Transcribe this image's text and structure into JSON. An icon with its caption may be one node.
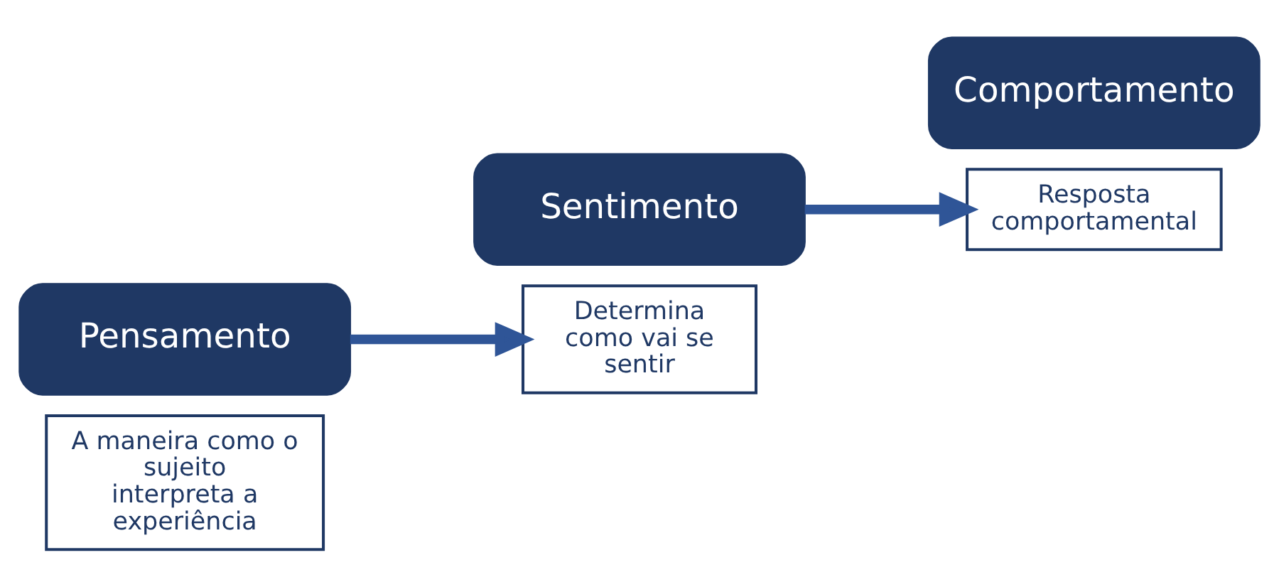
{
  "diagram": {
    "nodes": [
      {
        "text": [
          "A maneira como o sujeito interpreta a experiência"
        ]
      },
      {
        "text": [
          "Pensamento"
        ]
      },
      {
        "text": [
          "Sentimento"
        ]
      },
      {
        "text": [
          "Determina como vai se sentir"
        ]
      },
      {
        "text": [
          "Resposta comportamental"
        ]
      },
      {
        "text": [
          "Comportamento"
        ]
      }
    ],
    "edges": [
      {
        "from": 1,
        "to": 3,
        "arrow": "to"
      },
      {
        "from": 2,
        "to": 4,
        "arrow": "to"
      }
    ]
  }
}
